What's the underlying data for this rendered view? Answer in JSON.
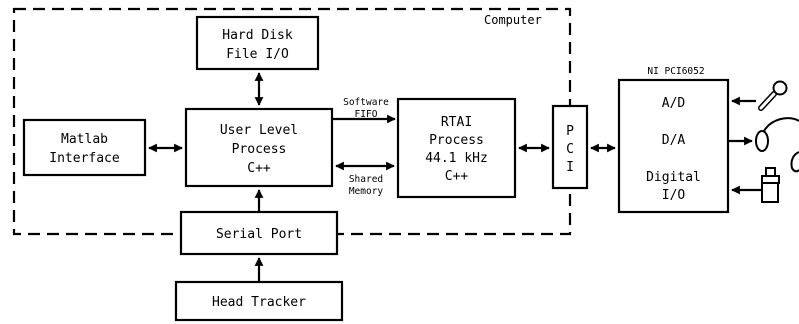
{
  "computer_label": "Computer",
  "blocks": {
    "hard_disk": [
      "Hard Disk",
      "File I/O"
    ],
    "user_level": [
      "User Level",
      "Process",
      "C++"
    ],
    "matlab": [
      "Matlab",
      "Interface"
    ],
    "rtai": [
      "RTAI",
      "Process",
      "44.1 kHz",
      "C++"
    ],
    "pci": [
      "P",
      "C",
      "I"
    ],
    "ni": [
      "A/D",
      "D/A",
      "Digital",
      "I/O"
    ],
    "serial": [
      "Serial Port"
    ],
    "head_tracker": [
      "Head Tracker"
    ]
  },
  "ni_title": "NI PCI6052",
  "links": {
    "software_fifo": [
      "Software",
      "FIFO"
    ],
    "shared_memory": [
      "Shared",
      "Memory"
    ]
  },
  "icons": [
    "microphone-icon",
    "headphones-icon",
    "switch-icon"
  ]
}
